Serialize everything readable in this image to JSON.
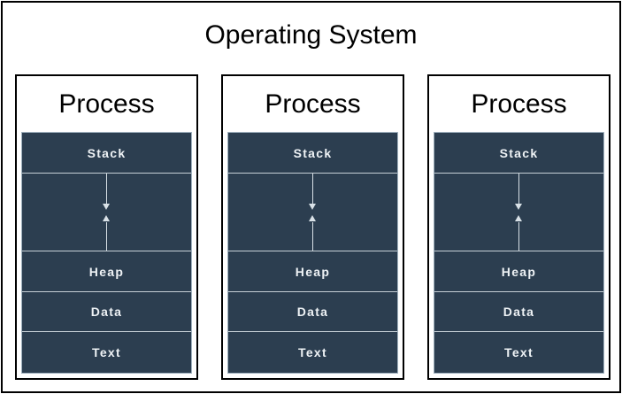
{
  "os": {
    "title": "Operating System"
  },
  "processes": [
    {
      "title": "Process",
      "segments": {
        "stack": "Stack",
        "heap": "Heap",
        "data": "Data",
        "text": "Text"
      }
    },
    {
      "title": "Process",
      "segments": {
        "stack": "Stack",
        "heap": "Heap",
        "data": "Data",
        "text": "Text"
      }
    },
    {
      "title": "Process",
      "segments": {
        "stack": "Stack",
        "heap": "Heap",
        "data": "Data",
        "text": "Text"
      }
    }
  ],
  "icons": {
    "stack_growth": "arrow-down-icon",
    "heap_growth": "arrow-up-icon"
  },
  "colors": {
    "canvas_bg": "#ffffff",
    "box_border": "#000000",
    "title_text": "#000000",
    "segment_bg": "#2c3e50",
    "segment_divider": "#c6cfd6",
    "segment_block_border": "#9fb0bd",
    "segment_label_text": "#eef2f5",
    "growth_arrow": "#d9e1e7"
  }
}
